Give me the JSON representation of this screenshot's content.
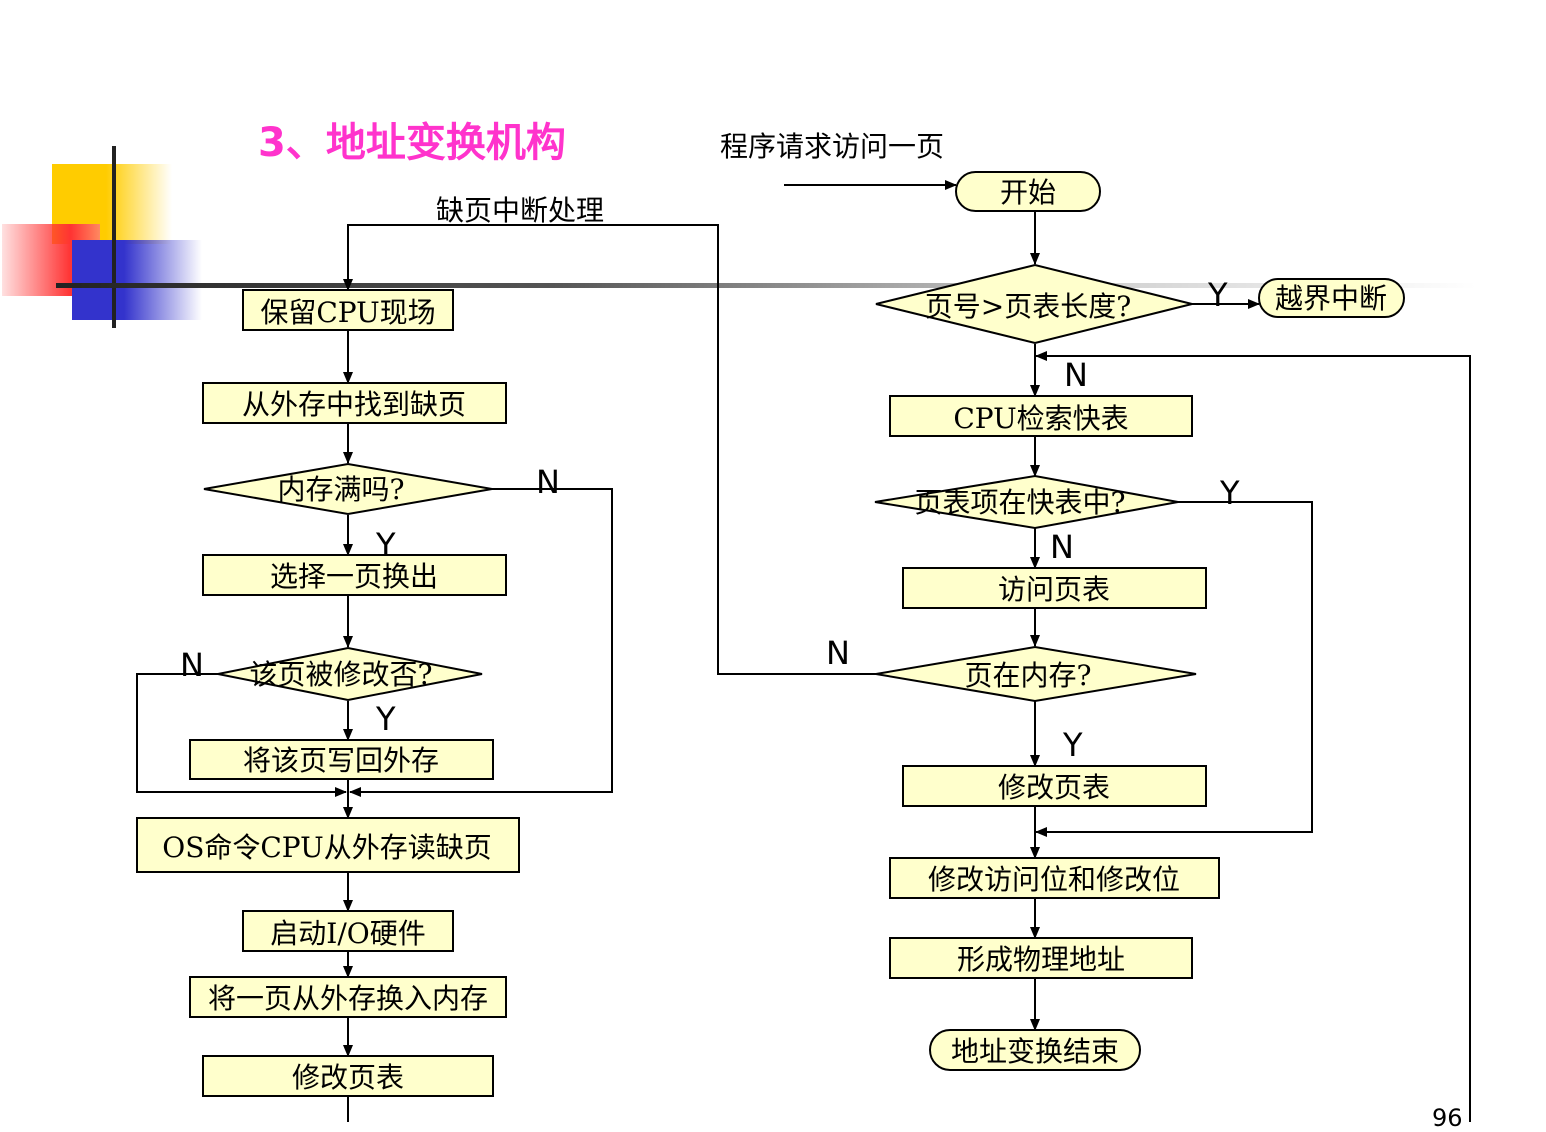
{
  "title": "3、地址变换机构",
  "page_number": "96",
  "colors": {
    "title": "#ff33cc",
    "node_fill": "#ffffcc",
    "deco_yellow": "#ffcc00",
    "deco_blue": "#3333cc",
    "deco_red": "#ff3333"
  },
  "captions": {
    "request": "程序请求访问一页",
    "page_fault": "缺页中断处理"
  },
  "nodes": {
    "start": "开始",
    "check_bounds": "页号>页表长度?",
    "out_of_bounds": "越界中断",
    "search_tlb": "CPU检索快表",
    "in_tlb": "页表项在快表中?",
    "access_page_table": "访问页表",
    "in_memory": "页在内存?",
    "modify_page_table_right": "修改页表",
    "modify_bits": "修改访问位和修改位",
    "physical_address": "形成物理地址",
    "end": "地址变换结束",
    "save_cpu": "保留CPU现场",
    "find_page": "从外存中找到缺页",
    "memory_full": "内存满吗?",
    "select_page": "选择一页换出",
    "page_modified": "该页被修改否?",
    "write_back": "将该页写回外存",
    "os_read": "OS命令CPU从外存读缺页",
    "start_io": "启动I/O硬件",
    "swap_in": "将一页从外存换入内存",
    "modify_page_table_left": "修改页表"
  },
  "branch_labels": {
    "bounds_yes": "Y",
    "bounds_no": "N",
    "tlb_yes": "Y",
    "tlb_no": "N",
    "mem_no": "N",
    "mem_yes": "Y",
    "full_no": "N",
    "full_yes": "Y",
    "modified_no": "N",
    "modified_yes": "Y"
  }
}
